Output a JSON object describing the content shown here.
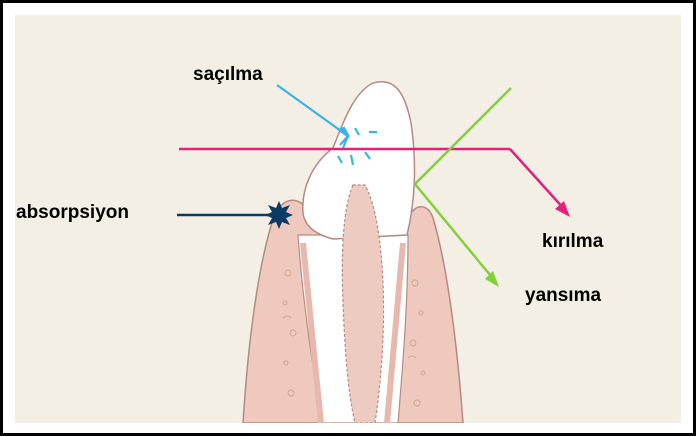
{
  "labels": {
    "scattering": "saçılma",
    "absorption": "absorpsiyon",
    "refraction": "kırılma",
    "reflection": "yansıma"
  },
  "colors": {
    "background": "#f4efe4",
    "gum": "#efc9bd",
    "gum_stroke": "#b58a82",
    "enamel": "#ffffff",
    "pulp": "#eecbc1",
    "scattering": "#3ab4e6",
    "absorption": "#0b3a63",
    "refraction": "#e2217a",
    "reflection": "#82d03a"
  }
}
